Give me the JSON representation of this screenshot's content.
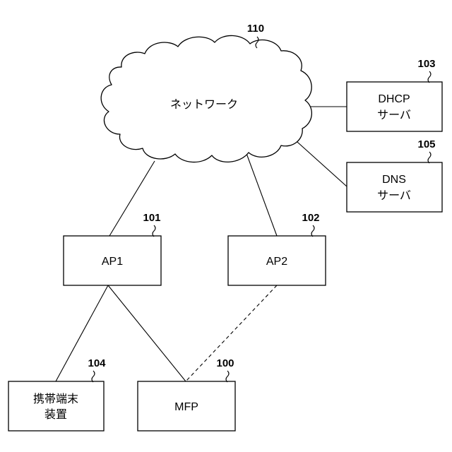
{
  "network": {
    "label": "ネットワーク",
    "ref": "110"
  },
  "nodes": {
    "dhcp": {
      "line1": "DHCP",
      "line2": "サーバ",
      "ref": "103"
    },
    "dns": {
      "line1": "DNS",
      "line2": "サーバ",
      "ref": "105"
    },
    "ap1": {
      "label": "AP1",
      "ref": "101"
    },
    "ap2": {
      "label": "AP2",
      "ref": "102"
    },
    "mobile": {
      "line1": "携帯端末",
      "line2": "装置",
      "ref": "104"
    },
    "mfp": {
      "label": "MFP",
      "ref": "100"
    }
  }
}
